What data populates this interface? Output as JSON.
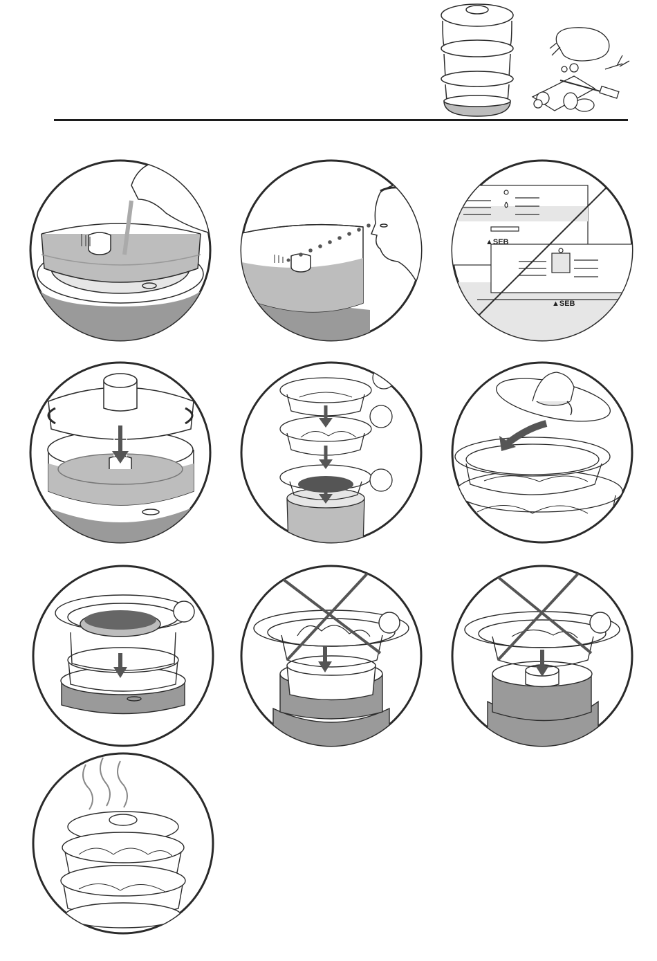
{
  "brand": {
    "logo_text": "▲SEB"
  },
  "colors": {
    "line": "#2a2a2a",
    "water": "#bdbdbd",
    "base_ring": "#9a9a9a",
    "light_gray": "#e6e6e6"
  },
  "steps": [
    {
      "id": 1,
      "icon": "water-pour-into-base"
    },
    {
      "id": 2,
      "icon": "check-water-level"
    },
    {
      "id": 3,
      "icon": "control-panel-timer"
    },
    {
      "id": 4,
      "icon": "insert-steam-collector"
    },
    {
      "id": 5,
      "icon": "stack-three-bowls"
    },
    {
      "id": 6,
      "icon": "place-lid"
    },
    {
      "id": 7,
      "icon": "bowl-insert"
    },
    {
      "id": 8,
      "icon": "wrong-stacking-crossed"
    },
    {
      "id": 9,
      "icon": "wrong-placement-crossed"
    },
    {
      "id": 10,
      "icon": "steaming-complete"
    }
  ]
}
